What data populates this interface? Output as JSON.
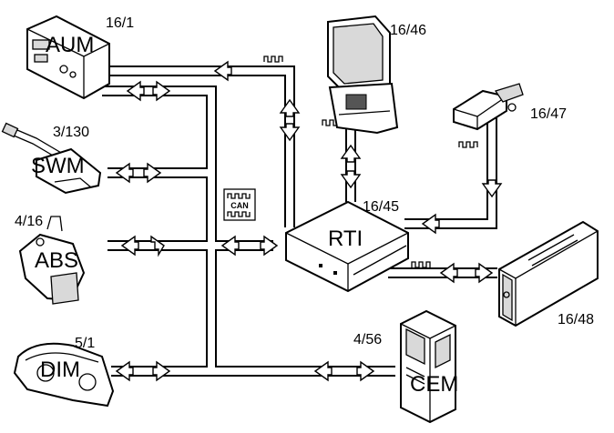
{
  "components": {
    "aum": {
      "ref": "16/1",
      "label": "AUM"
    },
    "swm": {
      "ref": "3/130",
      "label": "SWM"
    },
    "abs": {
      "ref": "4/16",
      "label": "ABS"
    },
    "dim": {
      "ref": "5/1",
      "label": "DIM"
    },
    "display": {
      "ref": "16/46"
    },
    "gps": {
      "ref": "16/47"
    },
    "rti": {
      "ref": "16/45",
      "label": "RTI"
    },
    "changer": {
      "ref": "16/48"
    },
    "cem": {
      "ref": "4/56",
      "label": "CEM"
    }
  },
  "can_symbol": {
    "label": "CAN"
  }
}
